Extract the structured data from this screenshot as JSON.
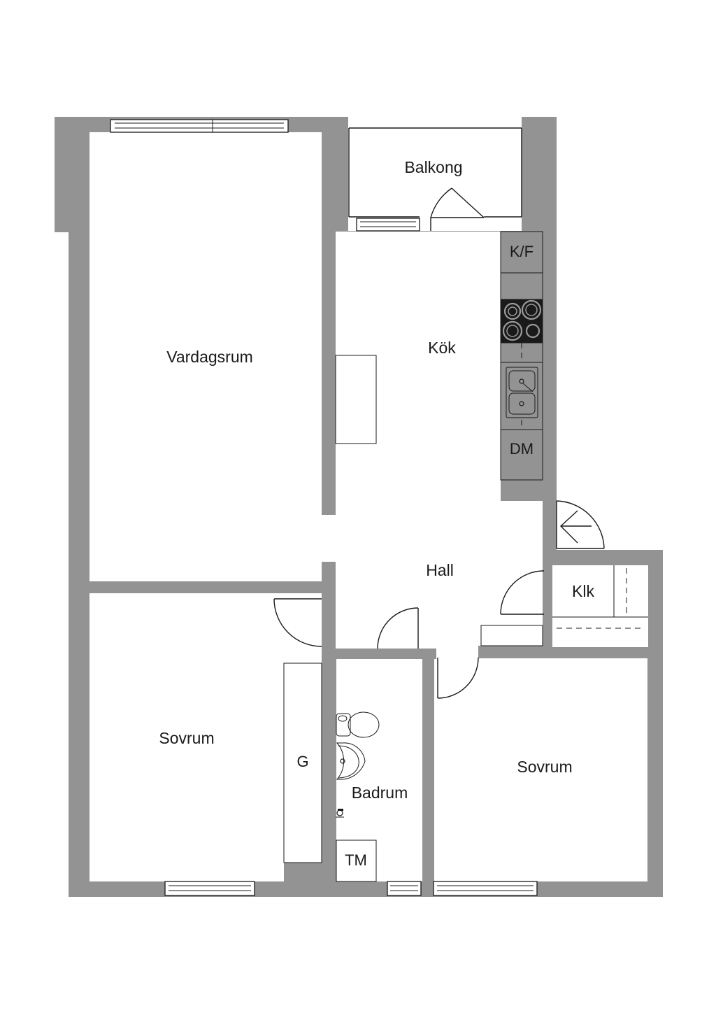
{
  "rooms": {
    "balcony": "Balkong",
    "living_room": "Vardagsrum",
    "kitchen": "Kök",
    "hall": "Hall",
    "bedroom_left": "Sovrum",
    "bedroom_right": "Sovrum",
    "bathroom": "Badrum",
    "walk_in_closet": "Klk"
  },
  "fixtures": {
    "fridge_freezer": "K/F",
    "dishwasher": "DM",
    "wardrobe": "G",
    "washing_machine": "TM"
  },
  "colors": {
    "wall": "#939393",
    "floor": "#ffffff",
    "line": "#1a1a1a"
  }
}
